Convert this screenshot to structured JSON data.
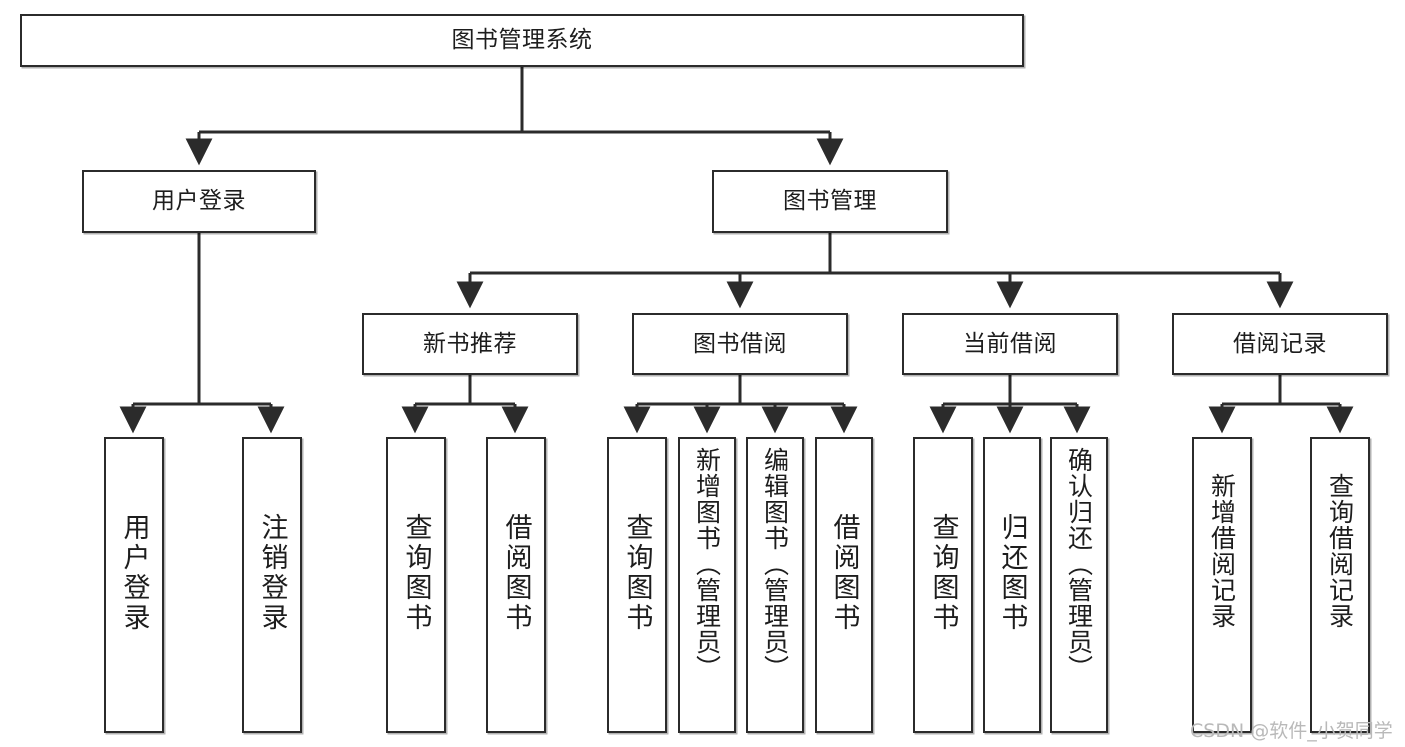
{
  "diagram": {
    "title": "图书管理系统",
    "type": "hierarchy-tree",
    "watermark": "CSDN @软件_小贺同学",
    "colors": {
      "box_border": "#2b2b2b",
      "box_fill": "#ffffff",
      "line": "#2b2b2b",
      "text": "#1d1d1d",
      "watermark": "#b9b9b9"
    },
    "root": {
      "id": "root",
      "label": "图书管理系统"
    },
    "level2": [
      {
        "id": "user-login",
        "label": "用户登录"
      },
      {
        "id": "book-manage",
        "label": "图书管理"
      }
    ],
    "level3": [
      {
        "id": "new-book-rec",
        "label": "新书推荐"
      },
      {
        "id": "book-borrow",
        "label": "图书借阅"
      },
      {
        "id": "current-borrow",
        "label": "当前借阅"
      },
      {
        "id": "borrow-record",
        "label": "借阅记录"
      }
    ],
    "leaves": {
      "user_login": [
        {
          "id": "leaf-user-login",
          "label": "用户登录"
        },
        {
          "id": "leaf-logout",
          "label": "注销登录"
        }
      ],
      "new_book_rec": [
        {
          "id": "leaf-query-book-1",
          "label": "查询图书"
        },
        {
          "id": "leaf-borrow-book-1",
          "label": "借阅图书"
        }
      ],
      "book_borrow": [
        {
          "id": "leaf-query-book-2",
          "label": "查询图书"
        },
        {
          "id": "leaf-add-book",
          "label": "新增图书（管理员）"
        },
        {
          "id": "leaf-edit-book",
          "label": "编辑图书（管理员）"
        },
        {
          "id": "leaf-borrow-book-2",
          "label": "借阅图书"
        }
      ],
      "current_borrow": [
        {
          "id": "leaf-query-book-3",
          "label": "查询图书"
        },
        {
          "id": "leaf-return-book",
          "label": "归还图书"
        },
        {
          "id": "leaf-confirm-return",
          "label": "确认归还（管理员）"
        }
      ],
      "borrow_record": [
        {
          "id": "leaf-add-record",
          "label": "新增借阅记录"
        },
        {
          "id": "leaf-query-record",
          "label": "查询借阅记录"
        }
      ]
    }
  }
}
